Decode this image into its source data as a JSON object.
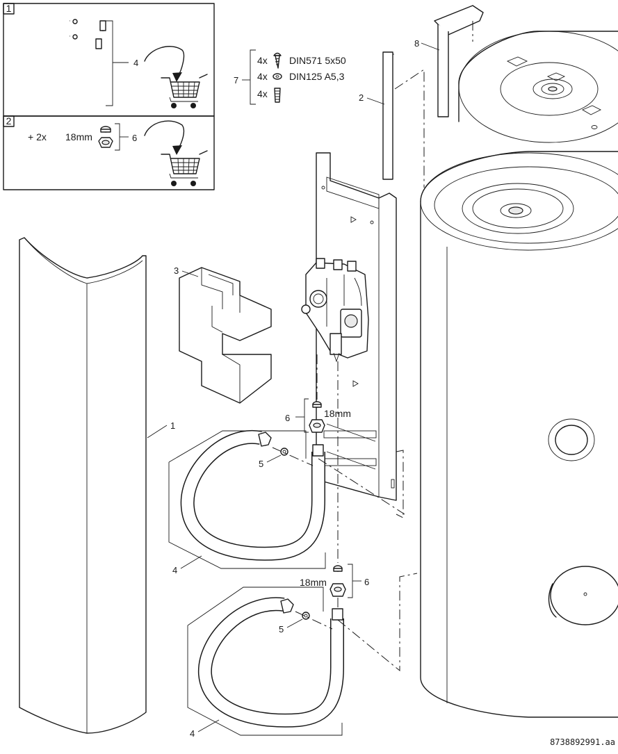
{
  "document_number": "8738892991.aa",
  "inset_boxes": [
    {
      "box_number": "1",
      "callout": "4"
    },
    {
      "box_number": "2",
      "quantity": "+ 2x",
      "size": "18mm",
      "callout": "6"
    }
  ],
  "fastener_kit": {
    "callout": "7",
    "items": [
      {
        "qty": "4x",
        "spec": "DIN571 5x50",
        "icon": "screw-icon"
      },
      {
        "qty": "4x",
        "spec": "DIN125 A5,3",
        "icon": "washer-icon"
      },
      {
        "qty": "4x",
        "spec": "",
        "icon": "wall-plug-icon"
      }
    ]
  },
  "callouts": {
    "cover_panel": "1",
    "mounting_strip": "2",
    "insulation_block": "3",
    "hose_upper": "4",
    "hose_lower": "4",
    "seal_upper": "5",
    "seal_lower": "5",
    "fitting_upper": "6",
    "fitting_lower": "6",
    "bracket": "8"
  },
  "size_labels": {
    "fitting_upper": "18mm",
    "fitting_lower": "18mm"
  },
  "colors": {
    "line": "#1a1a1a",
    "background": "#ffffff",
    "shade": "#e9e9e9"
  }
}
